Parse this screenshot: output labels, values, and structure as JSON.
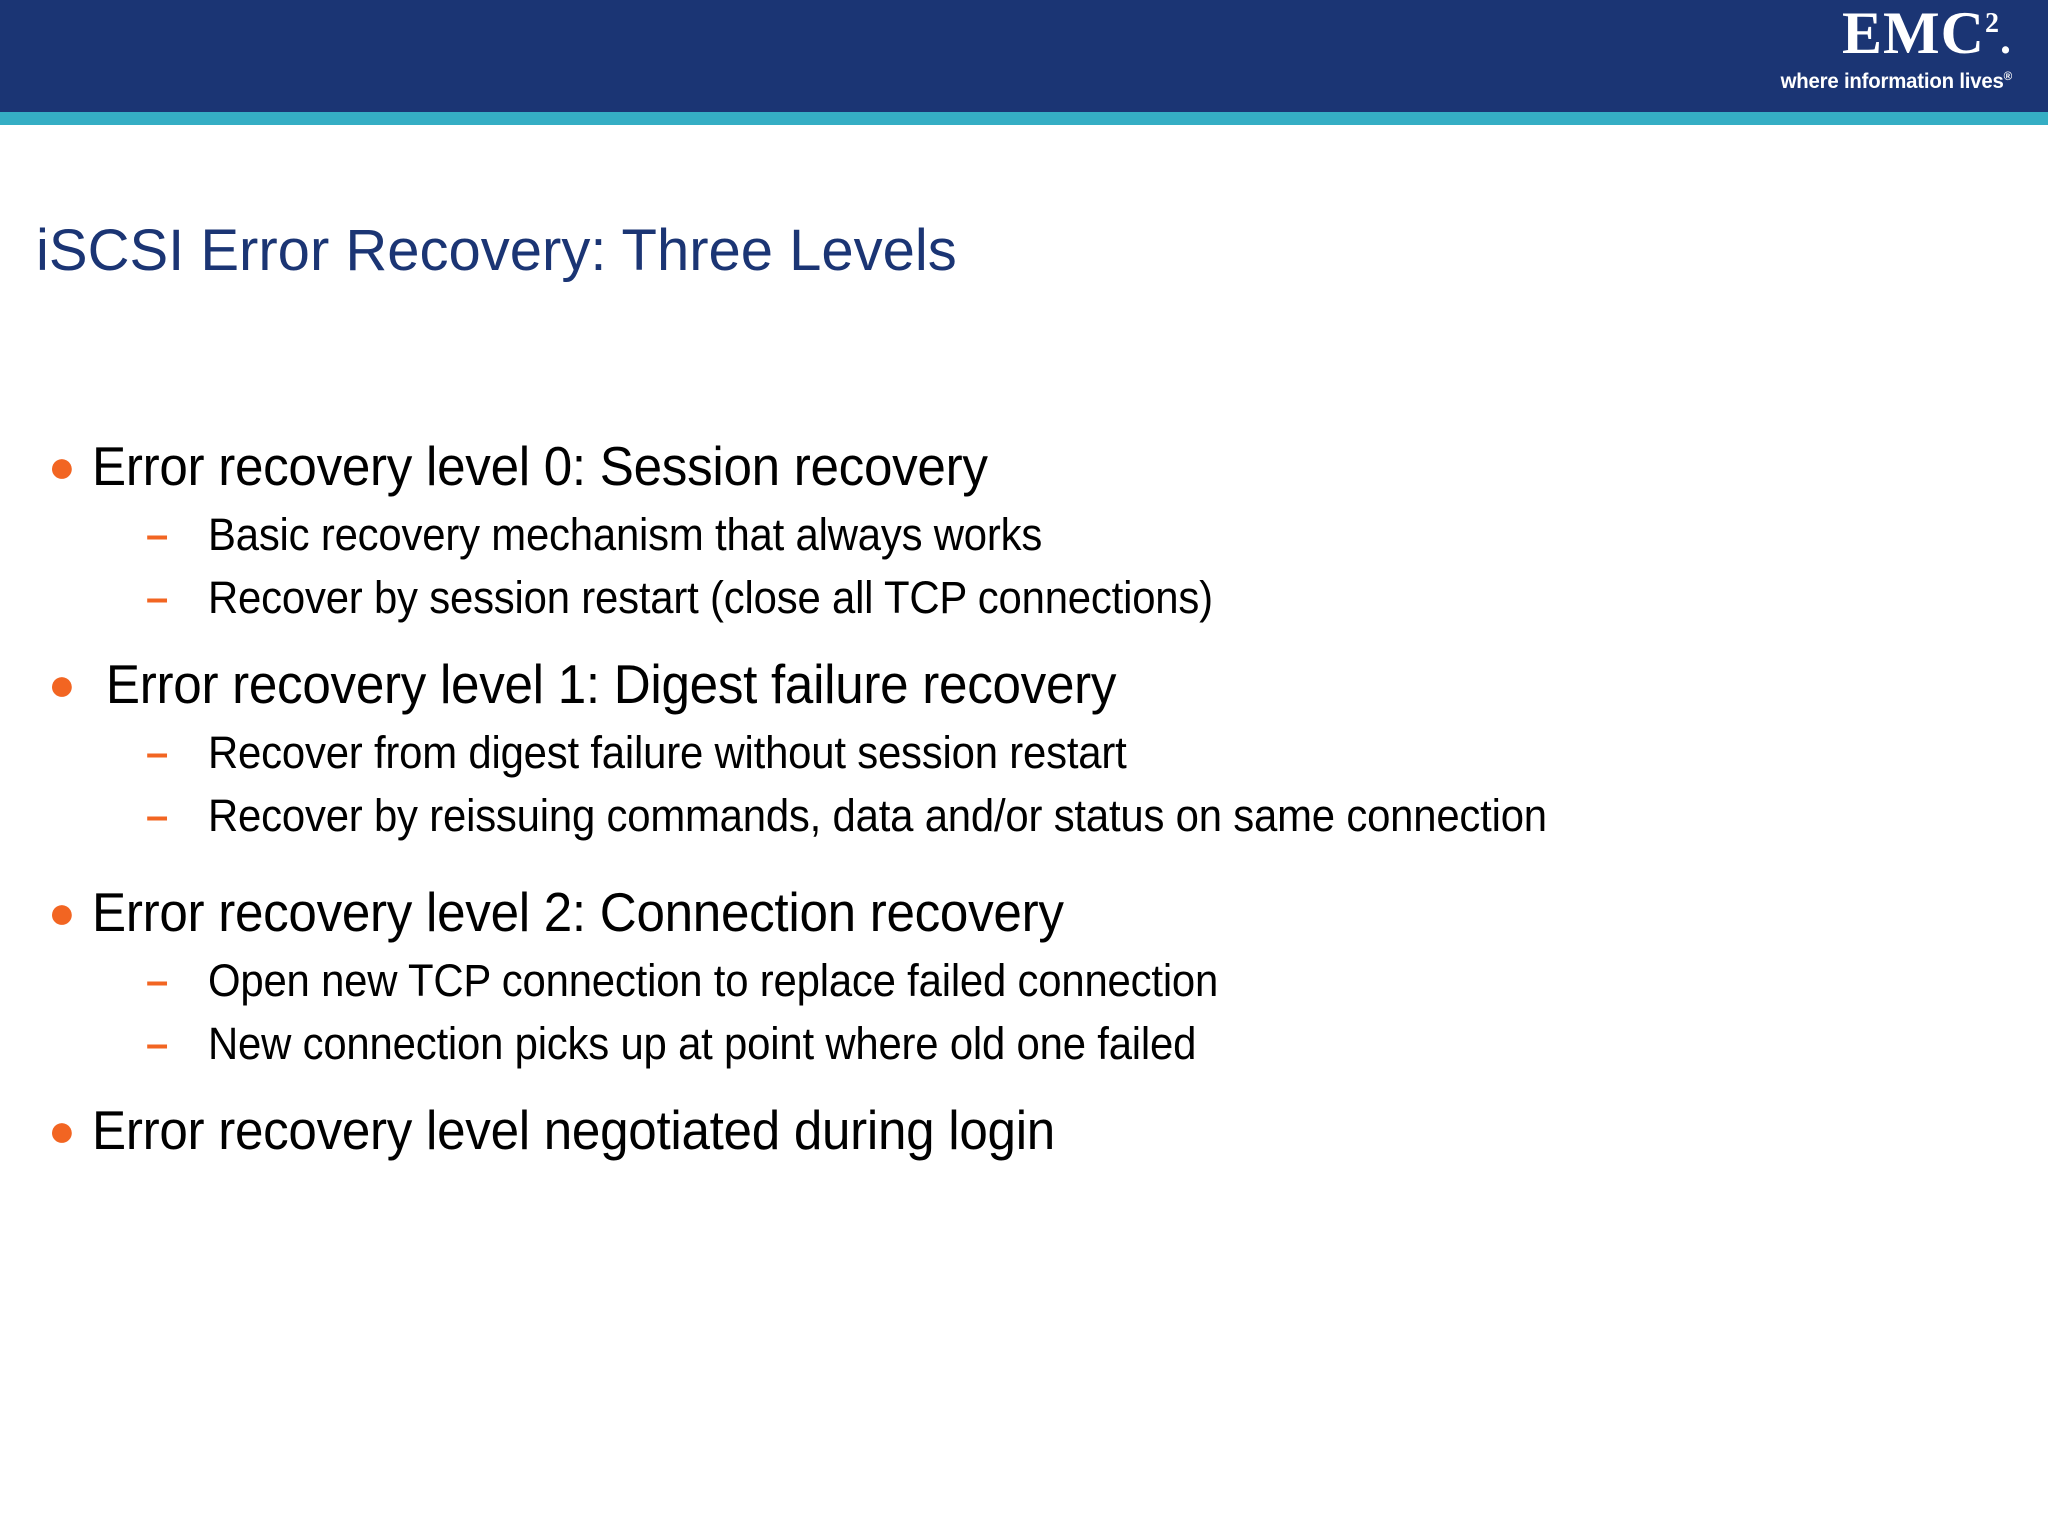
{
  "slide": {
    "title": "iSCSI Error Recovery: Three Levels",
    "brand": {
      "logo_text": "EMC",
      "logo_superscript": "2",
      "logo_dot": ".",
      "tagline": "where information lives",
      "tagline_mark": "®"
    },
    "colors": {
      "header_navy": "#1b3574",
      "accent_teal": "#35aec4",
      "title_navy": "#1b3574",
      "bullet_orange": "#f26522",
      "body_text": "#000000",
      "background": "#ffffff"
    },
    "bullets": [
      {
        "text": "Error recovery level 0: Session recovery",
        "sub": [
          "Basic recovery mechanism that always works",
          "Recover by session restart (close all TCP connections)"
        ]
      },
      {
        "text": " Error recovery level 1: Digest failure recovery",
        "sub": [
          "Recover from digest failure without session restart",
          "Recover by reissuing commands, data and/or status on same connection"
        ]
      },
      {
        "text": "Error recovery level 2: Connection recovery",
        "sub": [
          "Open new TCP connection to replace failed connection",
          "New connection picks up at point where old one failed"
        ]
      },
      {
        "text": "Error recovery level negotiated during login",
        "sub": []
      }
    ],
    "glyphs": {
      "bullet_dot": "●",
      "sub_dash": "–"
    }
  }
}
